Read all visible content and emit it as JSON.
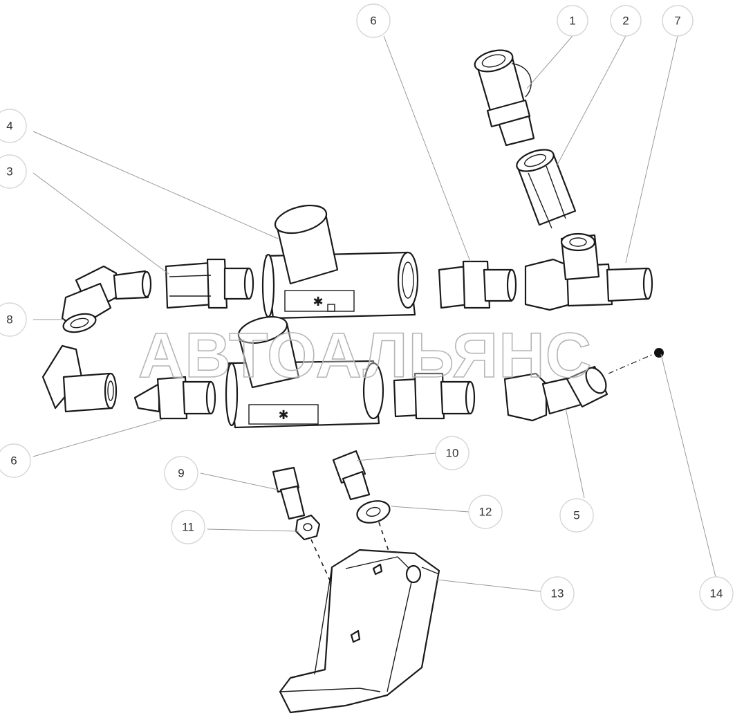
{
  "watermark": "АВТОАЛЬЯНС",
  "callouts": [
    "1",
    "2",
    "7",
    "6",
    "4",
    "3",
    "8",
    "6",
    "9",
    "10",
    "11",
    "12",
    "5",
    "13",
    "14"
  ],
  "colors": {
    "line": "#1a1a1a",
    "leader": "#9a9a9a",
    "callout_border": "#d6d6d6",
    "watermark_outline": "#b5b5b5"
  }
}
